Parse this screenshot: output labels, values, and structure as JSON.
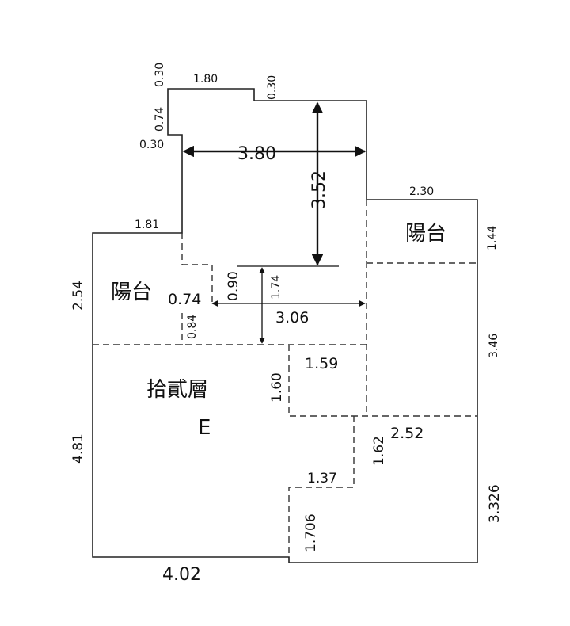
{
  "labels": {
    "balcony_right": "陽台",
    "balcony_left": "陽台",
    "floor": "拾貳層",
    "unit": "E"
  },
  "dimensions": {
    "top_small_1": "0.30",
    "top_small_2": "0.74",
    "top_small_3": "0.30",
    "top_width": "1.80",
    "top_step": "0.30",
    "main_width": "3.80",
    "main_height": "3.52",
    "balcony_right_width": "2.30",
    "balcony_right_height": "1.44",
    "left_top_width": "1.81",
    "left_height": "2.54",
    "balcony_depth": "0.74",
    "inner_090": "0.90",
    "inner_174": "1.74",
    "inner_306": "3.06",
    "inner_084": "0.84",
    "right_346": "3.46",
    "mid_159": "1.59",
    "mid_160": "1.60",
    "left_481": "4.81",
    "step_252": "2.52",
    "step_162": "1.62",
    "step_137": "1.37",
    "right_3326": "3.326",
    "step_1706": "1.706",
    "bottom_402": "4.02"
  }
}
